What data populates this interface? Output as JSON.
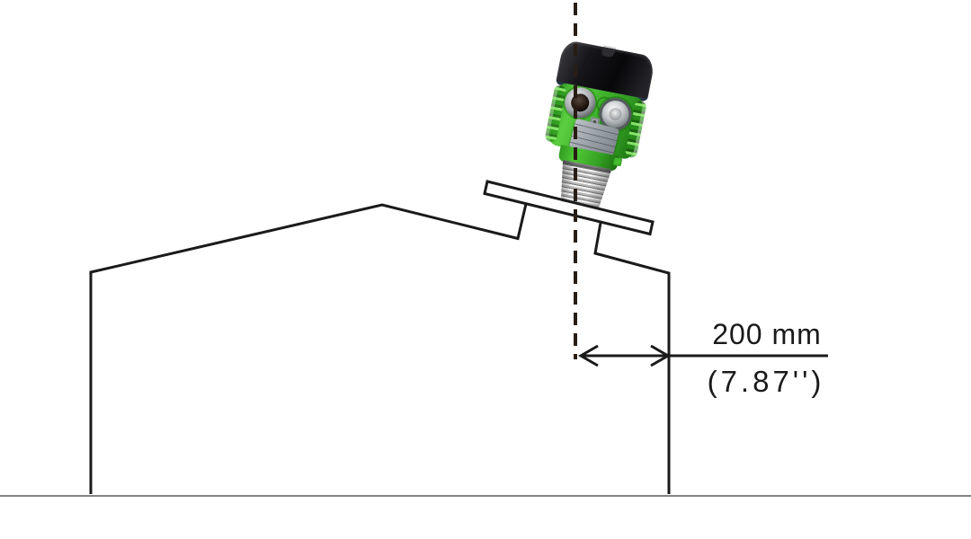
{
  "diagram": {
    "device": "radar-level-sensor",
    "dimension": {
      "metric": "200 mm",
      "imperial": "(7.87'')"
    }
  },
  "colors": {
    "outline": "#1a1a1a",
    "dimension_line": "#1a1a1a",
    "ground": "#848484",
    "centerline": "#281d15",
    "device_green": "#3fb22b",
    "device_green_dark": "#1d7112",
    "device_cap_black": "#0c0c0e",
    "cap_seal_blue": "#1f3145",
    "metal_silver": "#c9cccd",
    "nameplate_gray": "#969da2"
  }
}
